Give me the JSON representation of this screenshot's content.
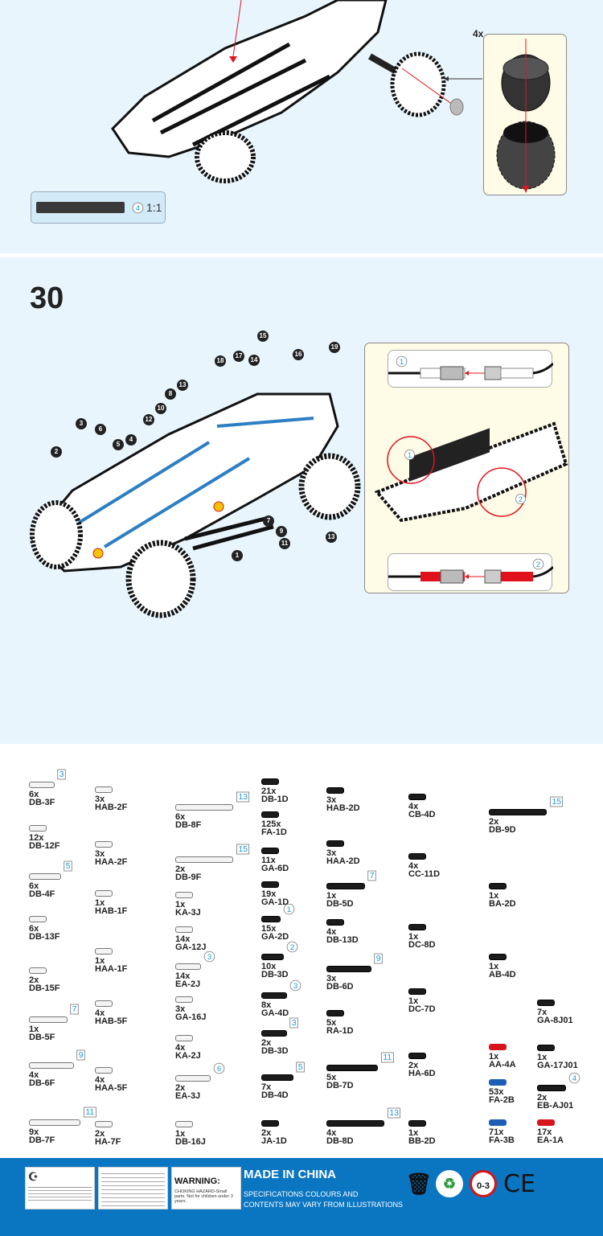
{
  "step29": {
    "wheel_callout": {
      "qty": "4x"
    },
    "part_scale": {
      "badge": "4",
      "scale": "1:1"
    }
  },
  "step30": {
    "number": "30",
    "callouts": [
      "15",
      "18",
      "17",
      "14",
      "16",
      "19",
      "8",
      "13",
      "10",
      "12",
      "3",
      "6",
      "5",
      "4",
      "2",
      "7",
      "9",
      "11",
      "1",
      "13"
    ],
    "connector_detail": {
      "top_badge": "1",
      "bottom_badge": "2",
      "circle1": "1",
      "circle2": "2"
    }
  },
  "parts": [
    {
      "qty": "6x",
      "code": "DB-3F",
      "tone": "light",
      "badge": "3",
      "badge_type": "square"
    },
    {
      "qty": "12x",
      "code": "DB-12F",
      "tone": "light"
    },
    {
      "qty": "6x",
      "code": "DB-4F",
      "tone": "light",
      "badge": "5",
      "badge_type": "square"
    },
    {
      "qty": "6x",
      "code": "DB-13F",
      "tone": "light"
    },
    {
      "qty": "2x",
      "code": "DB-15F",
      "tone": "light"
    },
    {
      "qty": "1x",
      "code": "DB-5F",
      "tone": "light",
      "badge": "7",
      "badge_type": "square"
    },
    {
      "qty": "4x",
      "code": "DB-6F",
      "tone": "light",
      "badge": "9",
      "badge_type": "square"
    },
    {
      "qty": "9x",
      "code": "DB-7F",
      "tone": "light",
      "badge": "11",
      "badge_type": "square"
    },
    {
      "qty": "3x",
      "code": "HAB-2F",
      "tone": "light"
    },
    {
      "qty": "3x",
      "code": "HAA-2F",
      "tone": "light"
    },
    {
      "qty": "1x",
      "code": "HAB-1F",
      "tone": "light"
    },
    {
      "qty": "1x",
      "code": "HAA-1F",
      "tone": "light"
    },
    {
      "qty": "4x",
      "code": "HAB-5F",
      "tone": "light"
    },
    {
      "qty": "4x",
      "code": "HAA-5F",
      "tone": "light"
    },
    {
      "qty": "2x",
      "code": "HA-7F",
      "tone": "light"
    },
    {
      "qty": "6x",
      "code": "DB-8F",
      "tone": "light",
      "badge": "13",
      "badge_type": "square"
    },
    {
      "qty": "2x",
      "code": "DB-9F",
      "tone": "light",
      "badge": "15",
      "badge_type": "square"
    },
    {
      "qty": "1x",
      "code": "KA-3J",
      "tone": "light"
    },
    {
      "qty": "14x",
      "code": "GA-12J",
      "tone": "light"
    },
    {
      "qty": "14x",
      "code": "EA-2J",
      "tone": "light",
      "badge": "3",
      "badge_type": "circle"
    },
    {
      "qty": "3x",
      "code": "GA-16J",
      "tone": "light"
    },
    {
      "qty": "4x",
      "code": "KA-2J",
      "tone": "light"
    },
    {
      "qty": "2x",
      "code": "EA-3J",
      "tone": "light",
      "badge": "6",
      "badge_type": "circle"
    },
    {
      "qty": "1x",
      "code": "DB-16J",
      "tone": "light"
    },
    {
      "qty": "21x",
      "code": "DB-1D",
      "tone": "dark"
    },
    {
      "qty": "125x",
      "code": "FA-1D",
      "tone": "dark"
    },
    {
      "qty": "11x",
      "code": "GA-6D",
      "tone": "dark"
    },
    {
      "qty": "19x",
      "code": "GA-1D",
      "tone": "dark"
    },
    {
      "qty": "15x",
      "code": "GA-2D",
      "tone": "dark",
      "badge": "1",
      "badge_type": "circle"
    },
    {
      "qty": "10x",
      "code": "DB-3D",
      "tone": "dark",
      "badge": "2",
      "badge_type": "circle"
    },
    {
      "qty": "8x",
      "code": "GA-4D",
      "tone": "dark",
      "badge": "3",
      "badge_type": "circle"
    },
    {
      "qty": "2x",
      "code": "DB-3D",
      "tone": "dark",
      "badge": "3",
      "badge_type": "square"
    },
    {
      "qty": "7x",
      "code": "DB-4D",
      "tone": "dark",
      "badge": "5",
      "badge_type": "square"
    },
    {
      "qty": "2x",
      "code": "JA-1D",
      "tone": "dark"
    },
    {
      "qty": "3x",
      "code": "HAB-2D",
      "tone": "dark"
    },
    {
      "qty": "3x",
      "code": "HAA-2D",
      "tone": "dark"
    },
    {
      "qty": "1x",
      "code": "DB-5D",
      "tone": "dark",
      "badge": "7",
      "badge_type": "square"
    },
    {
      "qty": "4x",
      "code": "DB-13D",
      "tone": "dark"
    },
    {
      "qty": "3x",
      "code": "DB-6D",
      "tone": "dark",
      "badge": "9",
      "badge_type": "square"
    },
    {
      "qty": "5x",
      "code": "RA-1D",
      "tone": "dark"
    },
    {
      "qty": "5x",
      "code": "DB-7D",
      "tone": "dark",
      "badge": "11",
      "badge_type": "square"
    },
    {
      "qty": "4x",
      "code": "DB-8D",
      "tone": "dark",
      "badge": "13",
      "badge_type": "square"
    },
    {
      "qty": "4x",
      "code": "CB-4D",
      "tone": "dark"
    },
    {
      "qty": "4x",
      "code": "CC-11D",
      "tone": "dark"
    },
    {
      "qty": "1x",
      "code": "DC-8D",
      "tone": "dark"
    },
    {
      "qty": "1x",
      "code": "DC-7D",
      "tone": "dark"
    },
    {
      "qty": "2x",
      "code": "HA-6D",
      "tone": "dark"
    },
    {
      "qty": "1x",
      "code": "BB-2D",
      "tone": "dark"
    },
    {
      "qty": "2x",
      "code": "DB-9D",
      "tone": "dark",
      "badge": "15",
      "badge_type": "square"
    },
    {
      "qty": "1x",
      "code": "BA-2D",
      "tone": "dark"
    },
    {
      "qty": "1x",
      "code": "AB-4D",
      "tone": "dark"
    },
    {
      "qty": "1x",
      "code": "AA-4A",
      "tone": "red"
    },
    {
      "qty": "53x",
      "code": "FA-2B",
      "tone": "blue"
    },
    {
      "qty": "71x",
      "code": "FA-3B",
      "tone": "blue"
    },
    {
      "qty": "7x",
      "code": "GA-8J01",
      "tone": "dark"
    },
    {
      "qty": "1x",
      "code": "GA-17J01",
      "tone": "dark"
    },
    {
      "qty": "2x",
      "code": "EB-AJ01",
      "tone": "dark",
      "badge": "4",
      "badge_type": "circle"
    },
    {
      "qty": "17x",
      "code": "EA-1A",
      "tone": "red"
    }
  ],
  "footer": {
    "warning_title": "WARNING:",
    "warning_text": "CHOKING HAZARD-Small parts. Not for children under 3 years.",
    "made_in": "MADE IN CHINA",
    "spec_line1": "SPECIFICATIONS COLOURS AND",
    "spec_line2": "CONTENTS MAY VARY FROM ILLUSTRATIONS",
    "age_label": "0-3",
    "ce_mark": "CE"
  },
  "colors": {
    "panel_bg": "#e8f5fd",
    "footer_bg": "#0a76c2",
    "badge_blue": "#1a9be0",
    "arrow_red": "#e3151c"
  }
}
